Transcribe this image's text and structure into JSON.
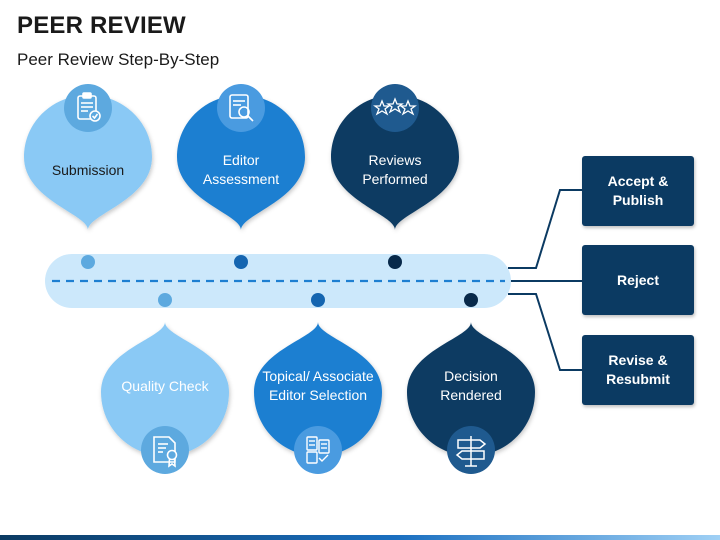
{
  "title": "PEER REVIEW",
  "subtitle": "Peer Review Step-By-Step",
  "colors": {
    "light": "#8ac9f5",
    "medium": "#1e7fd1",
    "dark": "#0b3a62",
    "track": "#cce8fb",
    "dash": "#1e7fd1"
  },
  "stages_top": [
    {
      "label": "Submission",
      "icon": "clipboard-check-icon"
    },
    {
      "label": "Editor Assessment",
      "icon": "document-search-icon"
    },
    {
      "label": "Reviews Performed",
      "icon": "stars-rating-icon"
    }
  ],
  "stages_bottom": [
    {
      "label": "Quality Check",
      "icon": "certificate-icon"
    },
    {
      "label": "Topical/ Associate Editor Selection",
      "icon": "documents-selection-icon"
    },
    {
      "label": "Decision Rendered",
      "icon": "signpost-icon"
    }
  ],
  "outcomes": [
    {
      "label": "Accept & Publish"
    },
    {
      "label": "Reject"
    },
    {
      "label": "Revise & Resubmit"
    }
  ]
}
